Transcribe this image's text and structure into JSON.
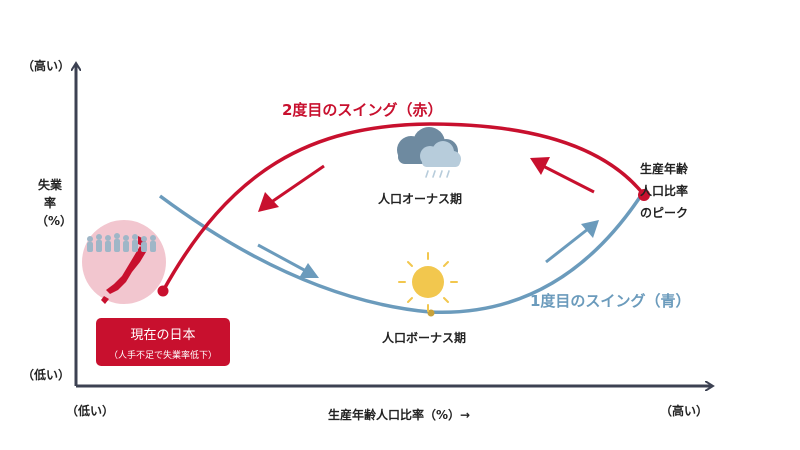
{
  "axes": {
    "y_high": "（高い）",
    "y_low": "（低い）",
    "y_label_lines": [
      "失業率",
      "（%）"
    ],
    "x_low": "（低い）",
    "x_high": "（高い）",
    "x_label": "生産年齢人口比率（%）→"
  },
  "swings": {
    "red_label": "2度目のスイング（赤）",
    "blue_label": "1度目のスイング（青）",
    "red_color": "#c8102e",
    "blue_color": "#6b9bbc"
  },
  "phases": {
    "onus": "人口オーナス期",
    "bonus": "人口ボーナス期"
  },
  "peak_lines": [
    "生産年齢",
    "人口比率",
    "のピーク"
  ],
  "japan": {
    "title": "現在の日本",
    "subtitle": "（人手不足で失業率低下）"
  },
  "icons": [
    "rain-cloud-icon",
    "sun-icon",
    "japan-map-icon",
    "crowd-icon"
  ]
}
